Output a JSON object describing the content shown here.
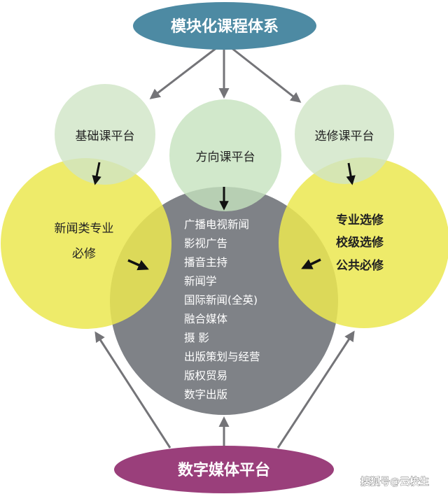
{
  "top_node": {
    "label": "模块化课程体系"
  },
  "platforms": {
    "basic": "基础课平台",
    "direction": "方向课平台",
    "elective": "选修课平台"
  },
  "left_circle": {
    "lines": [
      "新闻类专业",
      "必修"
    ]
  },
  "right_circle": {
    "lines": [
      "专业选修",
      "校级选修",
      "公共必修"
    ]
  },
  "center_circle": {
    "items": [
      "广播电视新闻",
      "影视广告",
      "播音主持",
      "新闻学",
      "国际新闻(全英)",
      "融合媒体",
      "摄 影",
      "出版策划与经营",
      "版权贸易",
      "数字出版"
    ]
  },
  "bottom_node": {
    "label": "数字媒体平台"
  },
  "watermark": "搜狐号@云校生",
  "colors": {
    "top": "#4d8aa3",
    "bottom": "#9a3f7b",
    "green": "#cfe5c6",
    "yellow": "#ebe852",
    "gray": "#7f8287",
    "arrow_gray": "#747478",
    "arrow_black": "#111111"
  }
}
